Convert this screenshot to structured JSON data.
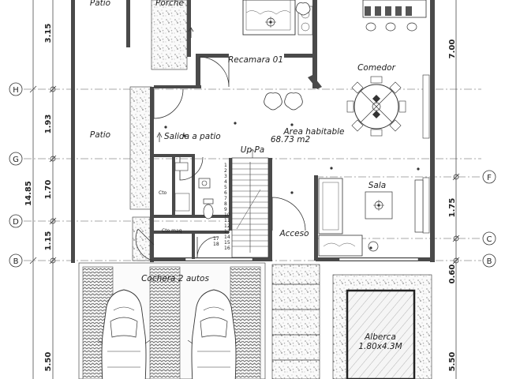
{
  "rooms": {
    "patio_top": "Patio",
    "porche": "Porche",
    "recamara": "Recamara 01",
    "comedor": "Comedor",
    "patio_left": "Patio",
    "salida_patio": "Salida a patio",
    "area_habitable": "Area habitable",
    "area_value": "68.73 m2",
    "up_pa": "Up Pa",
    "sala": "Sala",
    "cto": "Cto",
    "cto_maq": "Cto maq",
    "acceso": "Acceso",
    "cochera": "Cochera 2 autos",
    "alberca": "Alberca",
    "alberca_dim": "1.80x4.3M"
  },
  "axes": {
    "left": [
      "H",
      "G",
      "D",
      "B"
    ],
    "right": [
      "F",
      "C",
      "B"
    ]
  },
  "dimensions": {
    "left_outer": "14.85",
    "left": [
      "3.15",
      "1.93",
      "1.70",
      "1.15",
      "5.50"
    ],
    "right": [
      "7.00",
      "1.75",
      "0.60",
      "5.50"
    ]
  },
  "stairs": {
    "steps": [
      "1",
      "2",
      "3",
      "4",
      "5",
      "6",
      "7",
      "8",
      "9",
      "10",
      "11",
      "12",
      "13",
      "14",
      "15",
      "16",
      "17",
      "18"
    ]
  }
}
